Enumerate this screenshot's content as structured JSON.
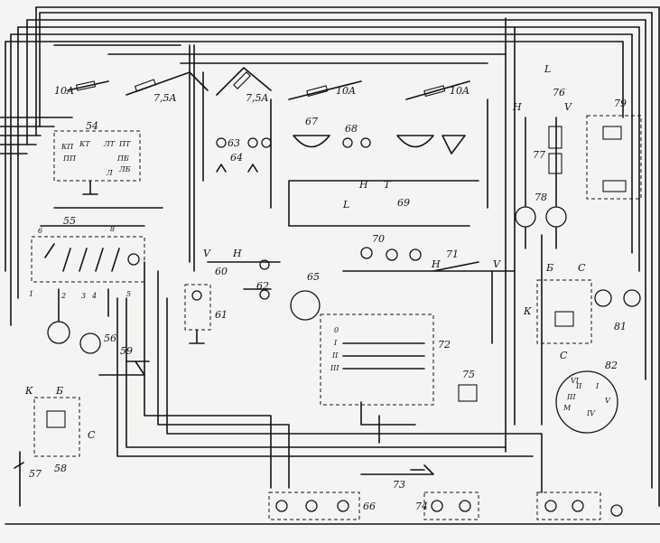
{
  "labels": {
    "c54": "54",
    "c55": "55",
    "c56": "56",
    "c57": "57",
    "c58": "58",
    "c59": "59",
    "c60": "60",
    "c61": "61",
    "c62": "62",
    "c63": "63",
    "c64": "64",
    "c65": "65",
    "c66": "66",
    "c67": "67",
    "c68": "68",
    "c69": "69",
    "c70": "70",
    "c71": "71",
    "c72": "72",
    "c73": "73",
    "c74": "74",
    "c75": "75",
    "c76": "76",
    "c77": "77",
    "c78": "78",
    "c79": "79",
    "c80": "С",
    "c81": "81",
    "c82": "82",
    "f1": "10A",
    "f2": "7,5A",
    "f3": "7,5A",
    "f4": "10A",
    "f5": "10A",
    "sw_kp": "КП",
    "sw_kt": "КТ",
    "sw_lt": "ЛТ",
    "sw_pt": "ПТ",
    "sw_pp": "ПП",
    "sw_pb": "ПБ",
    "sw_lb": "ЛБ",
    "sw_l": "Л",
    "n55_6": "6",
    "n55_8": "8",
    "n55_1": "1",
    "n55_2": "2",
    "n55_3": "3",
    "n55_4": "4",
    "n55_5": "5",
    "kB": "Б",
    "kK": "К",
    "kC": "С",
    "r72_0": "0",
    "r72_1": "I",
    "r72_2": "II",
    "r72_3": "III",
    "v60": "V",
    "h60": "H",
    "h69": "H",
    "l69": "L",
    "t69": "T",
    "h71": "H",
    "v71": "V",
    "l76": "L",
    "h76": "H",
    "v76": "V",
    "b80": "Б",
    "k80": "К",
    "r82_1": "I",
    "r82_2": "II",
    "r82_3": "III",
    "r82_4": "IV",
    "r82_5": "V",
    "r82_6": "VI",
    "r82_m": "M"
  }
}
